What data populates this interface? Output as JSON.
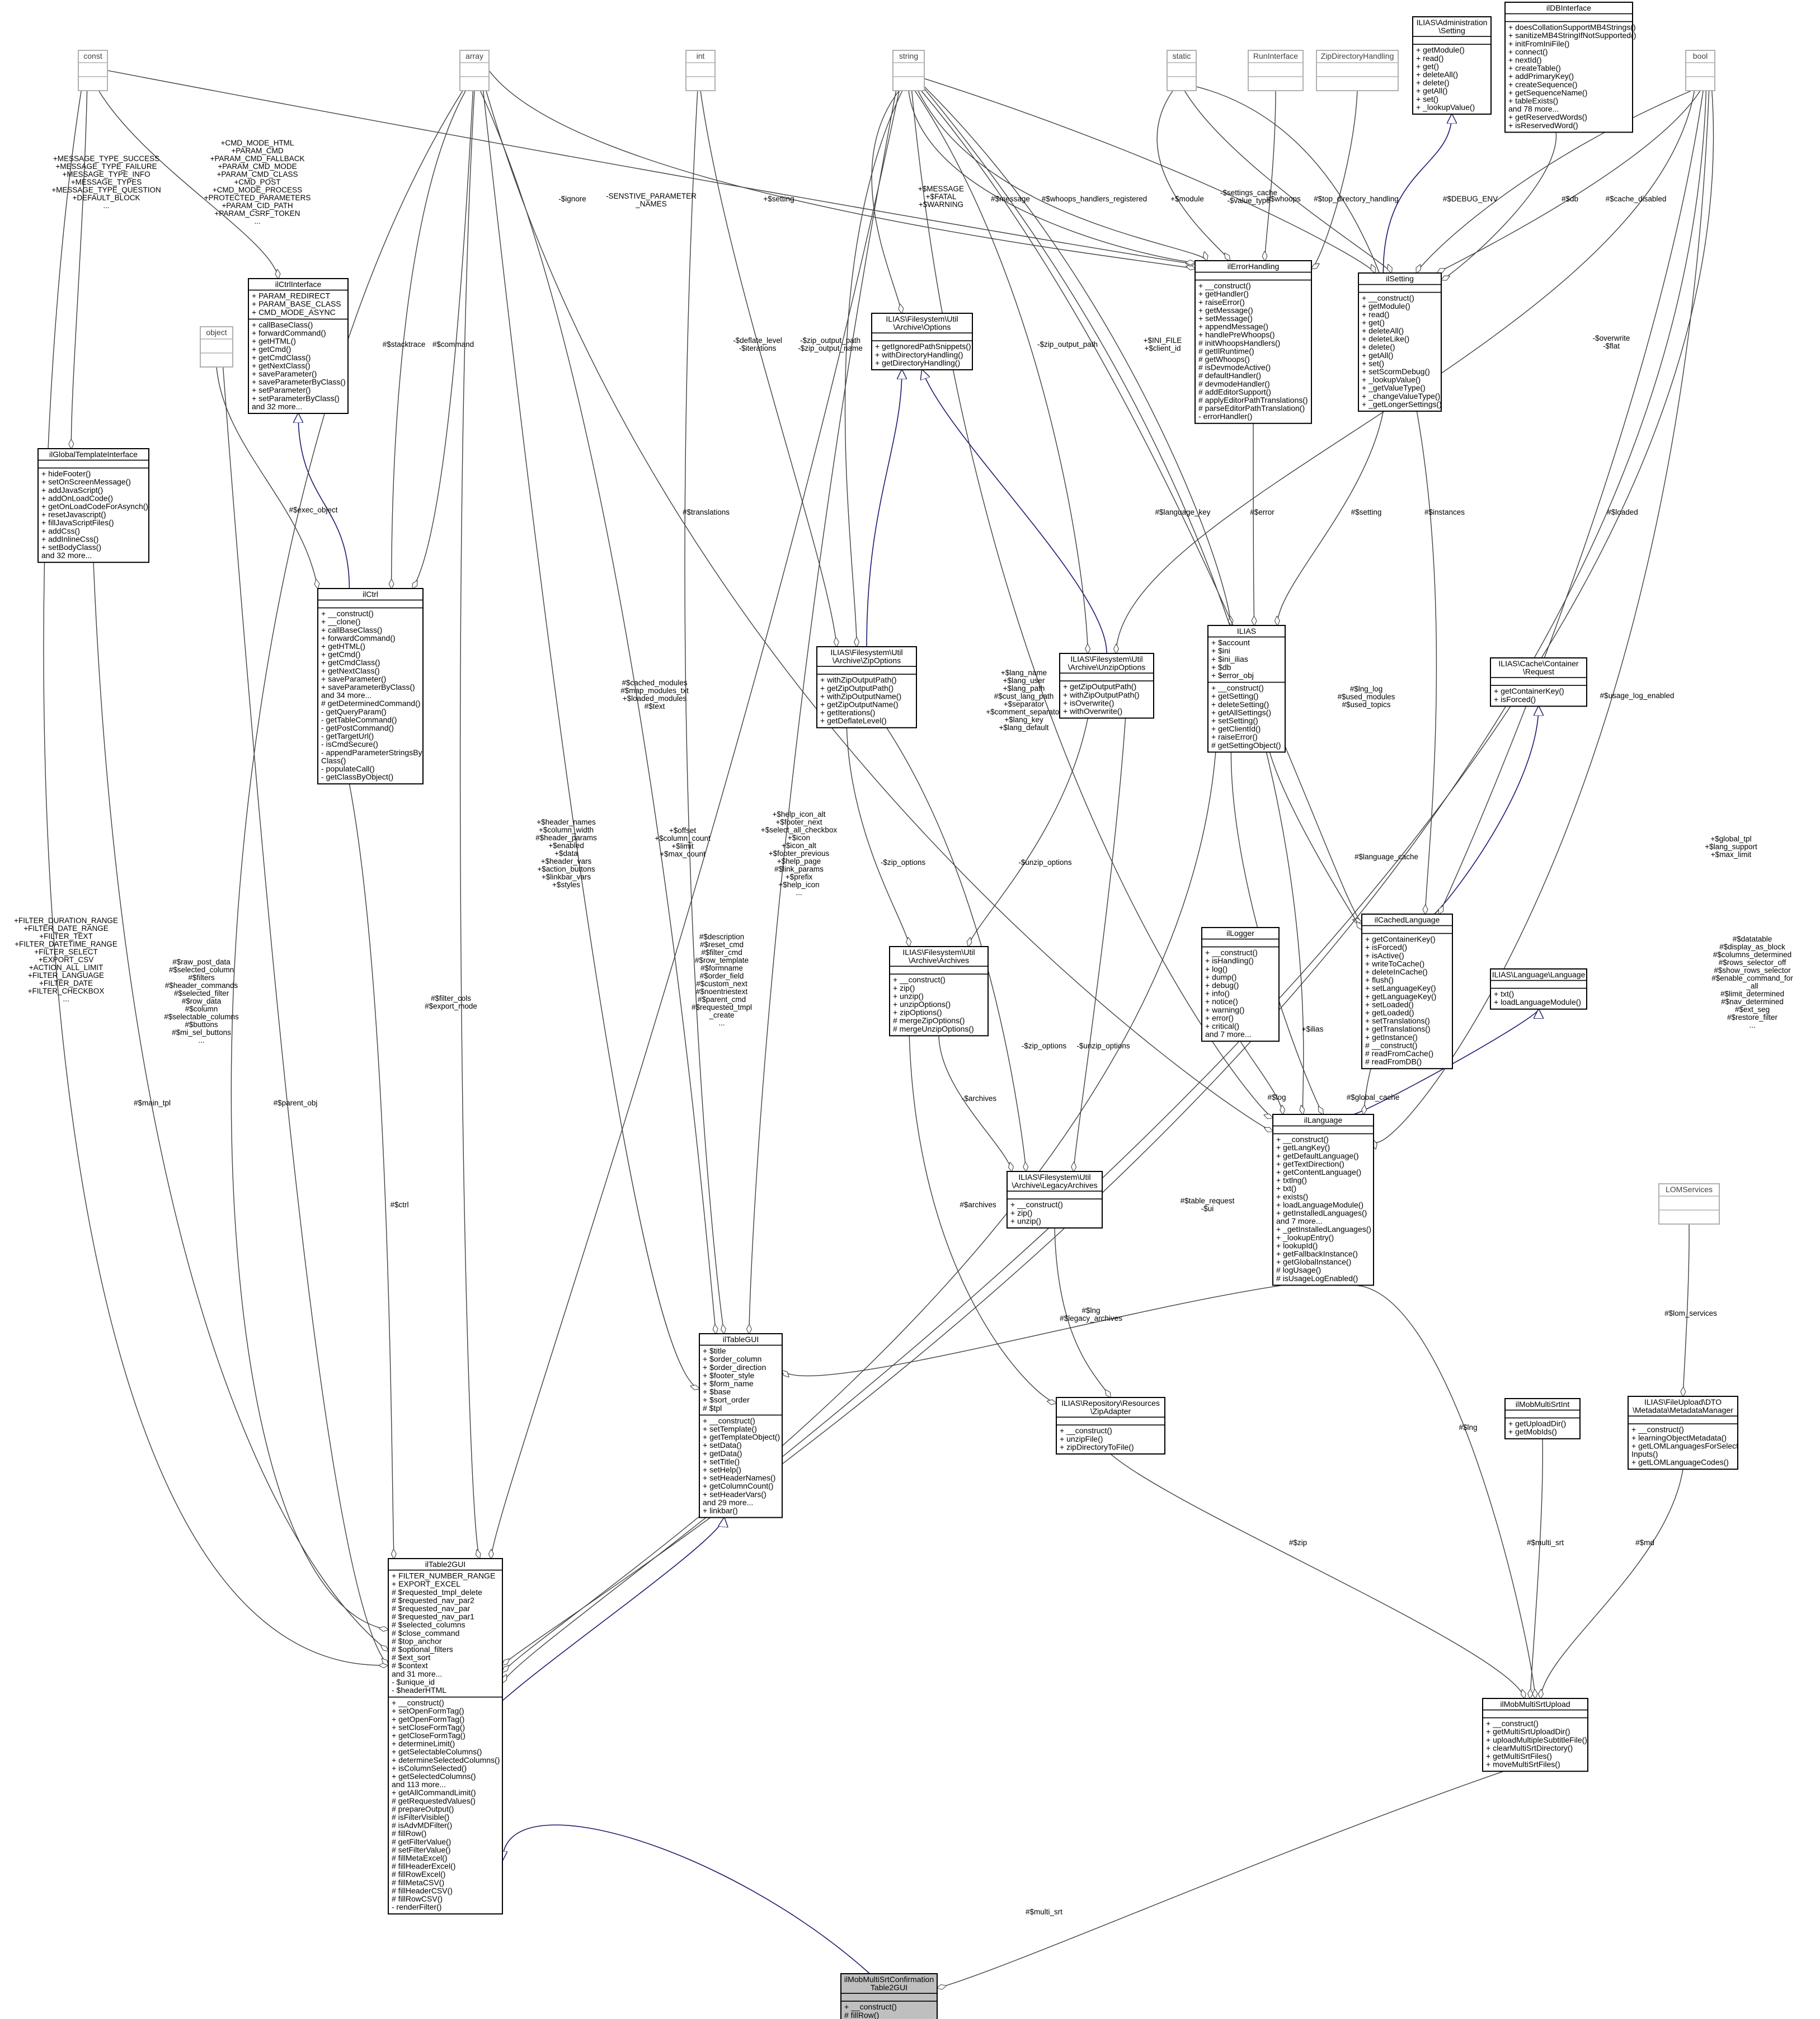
{
  "diagram": {
    "classes": {
      "const": {
        "name": [
          "const"
        ],
        "attrs": [],
        "methods": [],
        "gray": true
      },
      "array": {
        "name": [
          "array"
        ],
        "attrs": [],
        "methods": [],
        "gray": true
      },
      "int": {
        "name": [
          "int"
        ],
        "attrs": [],
        "methods": [],
        "gray": true
      },
      "string": {
        "name": [
          "string"
        ],
        "attrs": [],
        "methods": [],
        "gray": true
      },
      "static": {
        "name": [
          "static"
        ],
        "attrs": [],
        "methods": [],
        "gray": true
      },
      "RunInterface": {
        "name": [
          "RunInterface"
        ],
        "attrs": [],
        "methods": [],
        "gray": true
      },
      "ZipDirectoryHandling": {
        "name": [
          "ZipDirectoryHandling"
        ],
        "attrs": [],
        "methods": [],
        "gray": true
      },
      "AdminSetting": {
        "name": [
          "ILIAS\\Administration",
          "\\Setting"
        ],
        "attrs": [],
        "methods": [
          "+ getModule()",
          "+ read()",
          "+ get()",
          "+ deleteAll()",
          "+ delete()",
          "+ getAll()",
          "+ set()",
          "+ _lookupValue()"
        ]
      },
      "ilDBInterface": {
        "name": [
          "ilDBInterface"
        ],
        "attrs": [],
        "methods": [
          "+ doesCollationSupportMB4Strings()",
          "+ sanitizeMB4StringIfNotSupported()",
          "+ initFromIniFile()",
          "+ connect()",
          "+ nextId()",
          "+ createTable()",
          "+ addPrimaryKey()",
          "+ createSequence()",
          "+ getSequenceName()",
          "+ tableExists()",
          "and 78 more...",
          "+ getReservedWords()",
          "+ isReservedWord()"
        ]
      },
      "bool": {
        "name": [
          "bool"
        ],
        "attrs": [],
        "methods": [],
        "gray": true
      },
      "ilCtrlInterface": {
        "name": [
          "ilCtrlInterface"
        ],
        "attrs": [
          "+ PARAM_REDIRECT",
          "+ PARAM_BASE_CLASS",
          "+ CMD_MODE_ASYNC"
        ],
        "methods": [
          "+ callBaseClass()",
          "+ forwardCommand()",
          "+ getHTML()",
          "+ getCmd()",
          "+ getCmdClass()",
          "+ getNextClass()",
          "+ saveParameter()",
          "+ saveParameterByClass()",
          "+ setParameter()",
          "+ setParameterByClass()",
          "and 32 more..."
        ]
      },
      "object": {
        "name": [
          "object"
        ],
        "attrs": [],
        "methods": [],
        "gray": true
      },
      "ilGlobalTemplateInterface": {
        "name": [
          "ilGlobalTemplateInterface"
        ],
        "attrs": [],
        "methods": [
          "+ hideFooter()",
          "+ setOnScreenMessage()",
          "+ addJavaScript()",
          "+ addOnLoadCode()",
          "+ getOnLoadCodeForAsynch()",
          "+ resetJavascript()",
          "+ fillJavaScriptFiles()",
          "+ addCss()",
          "+ addInlineCss()",
          "+ setBodyClass()",
          "and 32 more..."
        ]
      },
      "ilErrorHandling": {
        "name": [
          "ilErrorHandling"
        ],
        "attrs": [],
        "methods": [
          "+ __construct()",
          "+ getHandler()",
          "+ raiseError()",
          "+ getMessage()",
          "+ setMessage()",
          "+ appendMessage()",
          "+ handlePreWhoops()",
          "# initWhoopsHandlers()",
          "# getIlRuntime()",
          "# getWhoops()",
          "# isDevmodeActive()",
          "# defaultHandler()",
          "# devmodeHandler()",
          "# addEditorSupport()",
          "# applyEditorPathTranslations()",
          "# parseEditorPathTranslation()",
          "- errorHandler()"
        ]
      },
      "ilSetting": {
        "name": [
          "ilSetting"
        ],
        "attrs": [],
        "methods": [
          "+ __construct()",
          "+ getModule()",
          "+ read()",
          "+ get()",
          "+ deleteAll()",
          "+ deleteLike()",
          "+ delete()",
          "+ getAll()",
          "+ set()",
          "+ setScormDebug()",
          "+ _lookupValue()",
          "+ _getValueType()",
          "+ _changeValueType()",
          "+ _getLongerSettings()"
        ]
      },
      "ArchiveOptions": {
        "name": [
          "ILIAS\\Filesystem\\Util",
          "\\Archive\\Options"
        ],
        "attrs": [],
        "methods": [
          "+ getIgnoredPathSnippets()",
          "+ withDirectoryHandling()",
          "+ getDirectoryHandling()"
        ]
      },
      "ilCtrl": {
        "name": [
          "ilCtrl"
        ],
        "attrs": [],
        "methods": [
          "+ __construct()",
          "+ __clone()",
          "+ callBaseClass()",
          "+ forwardCommand()",
          "+ getHTML()",
          "+ getCmd()",
          "+ getCmdClass()",
          "+ getNextClass()",
          "+ saveParameter()",
          "+ saveParameterByClass()",
          "and 34 more...",
          "# getDeterminedCommand()",
          "- getQueryParam()",
          "- getTableCommand()",
          "- getPostCommand()",
          "- getTargetUrl()",
          "- isCmdSecure()",
          "- appendParameterStringsBy",
          "Class()",
          "- populateCall()",
          "- getClassByObject()"
        ]
      },
      "ZipOptions": {
        "name": [
          "ILIAS\\Filesystem\\Util",
          "\\Archive\\ZipOptions"
        ],
        "attrs": [],
        "methods": [
          "+ withZipOutputPath()",
          "+ getZipOutputPath()",
          "+ withZipOutputName()",
          "+ getZipOutputName()",
          "+ getIterations()",
          "+ getDeflateLevel()"
        ]
      },
      "UnzipOptions": {
        "name": [
          "ILIAS\\Filesystem\\Util",
          "\\Archive\\UnzipOptions"
        ],
        "attrs": [],
        "methods": [
          "+ getZipOutputPath()",
          "+ withZipOutputPath()",
          "+ isOverwrite()",
          "+ withOverwrite()"
        ]
      },
      "ILIAS": {
        "name": [
          "ILIAS"
        ],
        "attrs": [
          "+ $account",
          "+ $ini",
          "+ $ini_ilias",
          "+ $db",
          "+ $error_obj"
        ],
        "methods": [
          "+ __construct()",
          "+ getSetting()",
          "+ deleteSetting()",
          "+ getAllSettings()",
          "+ setSetting()",
          "+ getClientId()",
          "+ raiseError()",
          "# getSettingObject()"
        ]
      },
      "CacheRequest": {
        "name": [
          "ILIAS\\Cache\\Container",
          "\\Request"
        ],
        "attrs": [],
        "methods": [
          "+ getContainerKey()",
          "+ isForced()"
        ]
      },
      "Archives": {
        "name": [
          "ILIAS\\Filesystem\\Util",
          "\\Archive\\Archives"
        ],
        "attrs": [],
        "methods": [
          "+ __construct()",
          "+ zip()",
          "+ unzip()",
          "+ unzipOptions()",
          "+ zipOptions()",
          "# mergeZipOptions()",
          "# mergeUnzipOptions()"
        ]
      },
      "ilCachedLanguage": {
        "name": [
          "ilCachedLanguage"
        ],
        "attrs": [],
        "methods": [
          "+ getContainerKey()",
          "+ isForced()",
          "+ isActive()",
          "+ writeToCache()",
          "+ deleteInCache()",
          "+ flush()",
          "+ setLanguageKey()",
          "+ getLanguageKey()",
          "+ setLoaded()",
          "+ getLoaded()",
          "+ setTranslations()",
          "+ getTranslations()",
          "+ getInstance()",
          "# __construct()",
          "# readFromCache()",
          "# readFromDB()"
        ]
      },
      "ilLogger": {
        "name": [
          "ilLogger"
        ],
        "attrs": [],
        "methods": [
          "+ __construct()",
          "+ isHandling()",
          "+ log()",
          "+ dump()",
          "+ debug()",
          "+ info()",
          "+ notice()",
          "+ warning()",
          "+ error()",
          "+ critical()",
          "and 7 more..."
        ]
      },
      "LangLanguage": {
        "name": [
          "ILIAS\\Language\\Language"
        ],
        "attrs": [],
        "methods": [
          "+ txt()",
          "+ loadLanguageModule()"
        ]
      },
      "LegacyArchives": {
        "name": [
          "ILIAS\\Filesystem\\Util",
          "\\Archive\\LegacyArchives"
        ],
        "attrs": [],
        "methods": [
          "+ __construct()",
          "+ zip()",
          "+ unzip()"
        ]
      },
      "ilLanguage": {
        "name": [
          "ilLanguage"
        ],
        "attrs": [],
        "methods": [
          "+ __construct()",
          "+ getLangKey()",
          "+ getDefaultLanguage()",
          "+ getTextDirection()",
          "+ getContentLanguage()",
          "+ txtlng()",
          "+ txt()",
          "+ exists()",
          "+ loadLanguageModule()",
          "+ getInstalledLanguages()",
          "and 7 more...",
          "+ _getInstalledLanguages()",
          "+ _lookupEntry()",
          "+ lookupId()",
          "+ getFallbackInstance()",
          "+ getGlobalInstance()",
          "# logUsage()",
          "# isUsageLogEnabled()"
        ]
      },
      "LOMServices": {
        "name": [
          "LOMServices"
        ],
        "attrs": [],
        "methods": [],
        "gray": true
      },
      "ilTableGUI": {
        "name": [
          "ilTableGUI"
        ],
        "attrs": [
          "+ $title",
          "+ $order_column",
          "+ $order_direction",
          "+ $footer_style",
          "+ $form_name",
          "+ $base",
          "+ $sort_order",
          "# $tpl"
        ],
        "methods": [
          "+ __construct()",
          "+ setTemplate()",
          "+ getTemplateObject()",
          "+ setData()",
          "+ getData()",
          "+ setTitle()",
          "+ setHelp()",
          "+ setHeaderNames()",
          "+ getColumnCount()",
          "+ setHeaderVars()",
          "and 29 more...",
          "+ linkbar()"
        ]
      },
      "ZipAdapter": {
        "name": [
          "ILIAS\\Repository\\Resources",
          "\\ZipAdapter"
        ],
        "attrs": [],
        "methods": [
          "+ __construct()",
          "+ unzipFile()",
          "+ zipDirectoryToFile()"
        ]
      },
      "ilMobMultiSrtInt": {
        "name": [
          "ilMobMultiSrtInt"
        ],
        "attrs": [],
        "methods": [
          "+ getUploadDir()",
          "+ getMobIds()"
        ]
      },
      "MetadataManager": {
        "name": [
          "ILIAS\\FileUpload\\DTO",
          "\\Metadata\\MetadataManager"
        ],
        "attrs": [],
        "methods": [
          "+ __construct()",
          "+ learningObjectMetadata()",
          "+ getLOMLanguagesForSelect",
          "Inputs()",
          "+ getLOMLanguageCodes()"
        ]
      },
      "ilTable2GUI": {
        "name": [
          "ilTable2GUI"
        ],
        "attrs": [
          "+ FILTER_NUMBER_RANGE",
          "+ EXPORT_EXCEL",
          "# $requested_tmpl_delete",
          "# $requested_nav_par2",
          "# $requested_nav_par",
          "# $requested_nav_par1",
          "# $selected_columns",
          "# $close_command",
          "# $top_anchor",
          "# $optional_filters",
          "# $ext_sort",
          "# $context",
          "and 31 more...",
          "- $unique_id",
          "- $headerHTML"
        ],
        "methods": [
          "+ __construct()",
          "+ setOpenFormTag()",
          "+ getOpenFormTag()",
          "+ setCloseFormTag()",
          "+ getCloseFormTag()",
          "+ determineLimit()",
          "+ getSelectableColumns()",
          "+ determineSelectedColumns()",
          "+ isColumnSelected()",
          "+ getSelectedColumns()",
          "and 113 more...",
          "+ getAllCommandLimit()",
          "# getRequestedValues()",
          "# prepareOutput()",
          "# isFilterVisible()",
          "# isAdvMDFilter()",
          "# fillRow()",
          "# getFilterValue()",
          "# setFilterValue()",
          "# fillMetaExcel()",
          "# fillHeaderExcel()",
          "# fillRowExcel()",
          "# fillMetaCSV()",
          "# fillHeaderCSV()",
          "# fillRowCSV()",
          "- renderFilter()"
        ]
      },
      "ilMobMultiSrtUpload": {
        "name": [
          "ilMobMultiSrtUpload"
        ],
        "attrs": [],
        "methods": [
          "+ __construct()",
          "+ getMultiSrtUploadDir()",
          "+ uploadMultipleSubtitleFile()",
          "+ clearMultiSrtDirectory()",
          "+ getMultiSrtFiles()",
          "+ moveMultiSrtFiles()"
        ]
      },
      "ilMobMultiSrtConfirmationTable2GUI": {
        "name": [
          "ilMobMultiSrtConfirmation",
          "Table2GUI"
        ],
        "attrs": [],
        "methods": [
          "+ __construct()",
          "# fillRow()"
        ],
        "highlight": true
      }
    },
    "edge_labels": {
      "const_globaltpl": [
        "+MESSAGE_TYPE_SUCCESS",
        "+MESSAGE_TYPE_FAILURE",
        "+MESSAGE_TYPE_INFO",
        "+MESSAGE_TYPES",
        "+MESSAGE_TYPE_QUESTION",
        "+DEFAULT_BLOCK",
        "..."
      ],
      "const_ctrlinterface": [
        "+CMD_MODE_HTML",
        "+PARAM_CMD",
        "+PARAM_CMD_FALLBACK",
        "+PARAM_CMD_MODE",
        "+PARAM_CMD_CLASS",
        "+CMD_POST",
        "+CMD_MODE_PROCESS",
        "+PROTECTED_PARAMETERS",
        "+PARAM_CID_PATH",
        "+PARAM_CSRF_TOKEN",
        "..."
      ],
      "const_table2": [
        "+FILTER_DURATION_RANGE",
        "+FILTER_DATE_RANGE",
        "+FILTER_TEXT",
        "+FILTER_DATETIME_RANGE",
        "+FILTER_SELECT",
        "+EXPORT_CSV",
        "+ACTION_ALL_LIMIT",
        "+FILTER_LANGUAGE",
        "+FILTER_DATE",
        "+FILTER_CHECKBOX",
        "..."
      ],
      "ignore": [
        "-$ignore"
      ],
      "sensitive": [
        "-SENSTIVE_PARAMETER",
        "_NAMES"
      ],
      "setting_opt": [
        "+$setting"
      ],
      "message_warn": [
        "+$MESSAGE",
        "+$FATAL",
        "+$WARNING"
      ],
      "message": [
        "#$message"
      ],
      "whoops_reg": [
        "#$whoops_handlers_registered"
      ],
      "module": [
        "+$module"
      ],
      "settings_cache": [
        "-$settings_cache",
        "-$value_type"
      ],
      "whoops": [
        "#$whoops"
      ],
      "top_dir": [
        "#$top_directory_handling"
      ],
      "debug_env": [
        "#$DEBUG_ENV"
      ],
      "db": [
        "#$db"
      ],
      "cache_disabled": [
        "#$cache_disabled"
      ],
      "stacktrace": [
        "#$stacktrace"
      ],
      "command": [
        "#$command"
      ],
      "exec_object": [
        "#$exec_object"
      ],
      "deflate": [
        "-$deflate_level",
        "-$iterations"
      ],
      "zip_output": [
        "-$zip_output_path",
        "-$zip_output_name"
      ],
      "zip_output_path": [
        "-$zip_output_path"
      ],
      "ini_file": [
        "+$INI_FILE",
        "+$client_id"
      ],
      "overwrite": [
        "-$overwrite",
        "-$flat"
      ],
      "language_key": [
        "#$language_key"
      ],
      "error": [
        "#$error"
      ],
      "setting": [
        "#$setting"
      ],
      "instances": [
        "#$instances"
      ],
      "loaded": [
        "#$loaded"
      ],
      "translations": [
        "#$translations"
      ],
      "cached_modules": [
        "#$cached_modules",
        "#$map_modules_txt",
        "+$loaded_modules",
        "#$text"
      ],
      "lang_name": [
        "+$lang_name",
        "+$lang_user",
        "+$lang_path",
        "#$cust_lang_path",
        "+$separator",
        "+$comment_separator",
        "+$lang_key",
        "+$lang_default"
      ],
      "lng_log": [
        "#$lng_log",
        "#$used_modules",
        "#$used_topics"
      ],
      "usage_log": [
        "#$usage_log_enabled"
      ],
      "language_cache": [
        "#$language_cache"
      ],
      "zip_options": [
        "-$zip_options"
      ],
      "unzip_options": [
        "-$unzip_options"
      ],
      "zip_options2": [
        "-$zip_options"
      ],
      "unzip_options2": [
        "-$unzip_options"
      ],
      "archives_legacy": [
        "-$archives"
      ],
      "ilias": [
        "+$ilias"
      ],
      "log": [
        "#$log"
      ],
      "global_cache": [
        "#$global_cache"
      ],
      "header_names": [
        "+$header_names",
        "+$column_width",
        "#$header_params",
        "+$enabled",
        "+$data",
        "+$header_vars",
        "+$action_buttons",
        "+$linkbar_vars",
        "+$styles"
      ],
      "offset": [
        "+$offset",
        "+$column_count",
        "+$limit",
        "+$max_count"
      ],
      "help_icon": [
        "+$help_icon_alt",
        "+$footer_next",
        "+$select_all_checkbox",
        "+$icon",
        "+$icon_alt",
        "+$footer_previous",
        "+$help_page",
        "#$link_params",
        "+$prefix",
        "+$help_icon",
        "..."
      ],
      "global_tpl": [
        "+$global_tpl",
        "+$lang_support",
        "+$max_limit"
      ],
      "raw_post": [
        "#$raw_post_data",
        "#$selected_column",
        "#$filters",
        "#$header_commands",
        "#$selected_filter",
        "#$row_data",
        "#$column",
        "#$selectable_columns",
        "#$buttons",
        "#$mi_sel_buttons",
        "..."
      ],
      "filter_cols": [
        "#$filter_cols",
        "#$export_mode"
      ],
      "description": [
        "#$description",
        "#$reset_cmd",
        "#$filter_cmd",
        "#$row_template",
        "#$formname",
        "#$order_field",
        "#$custom_next",
        "#$noentriestext",
        "#$parent_cmd",
        "#$requested_tmpl",
        "_create",
        "..."
      ],
      "datatable": [
        "#$datatable",
        "#$display_as_block",
        "#$columns_determined",
        "#$rows_selector_off",
        "#$show_rows_selector",
        "#$enable_command_for",
        "_all",
        "#$limit_determined",
        "#$nav_determined",
        "#$ext_seg",
        "#$restore_filter",
        "..."
      ],
      "main_tpl": [
        "#$main_tpl"
      ],
      "parent_obj": [
        "#$parent_obj"
      ],
      "ctrl": [
        "#$ctrl"
      ],
      "archives": [
        "#$archives"
      ],
      "table_request": [
        "#$table_request",
        "-$ui"
      ],
      "lng_legacy": [
        "#$lng",
        "#$legacy_archives"
      ],
      "lom_services": [
        "#$lom_services"
      ],
      "lng_right": [
        "#$lng"
      ],
      "multi_srt_int": [
        "#$multi_srt"
      ],
      "md": [
        "#$md"
      ],
      "zip": [
        "#$zip"
      ],
      "multi_srt": [
        "#$multi_srt"
      ]
    }
  }
}
